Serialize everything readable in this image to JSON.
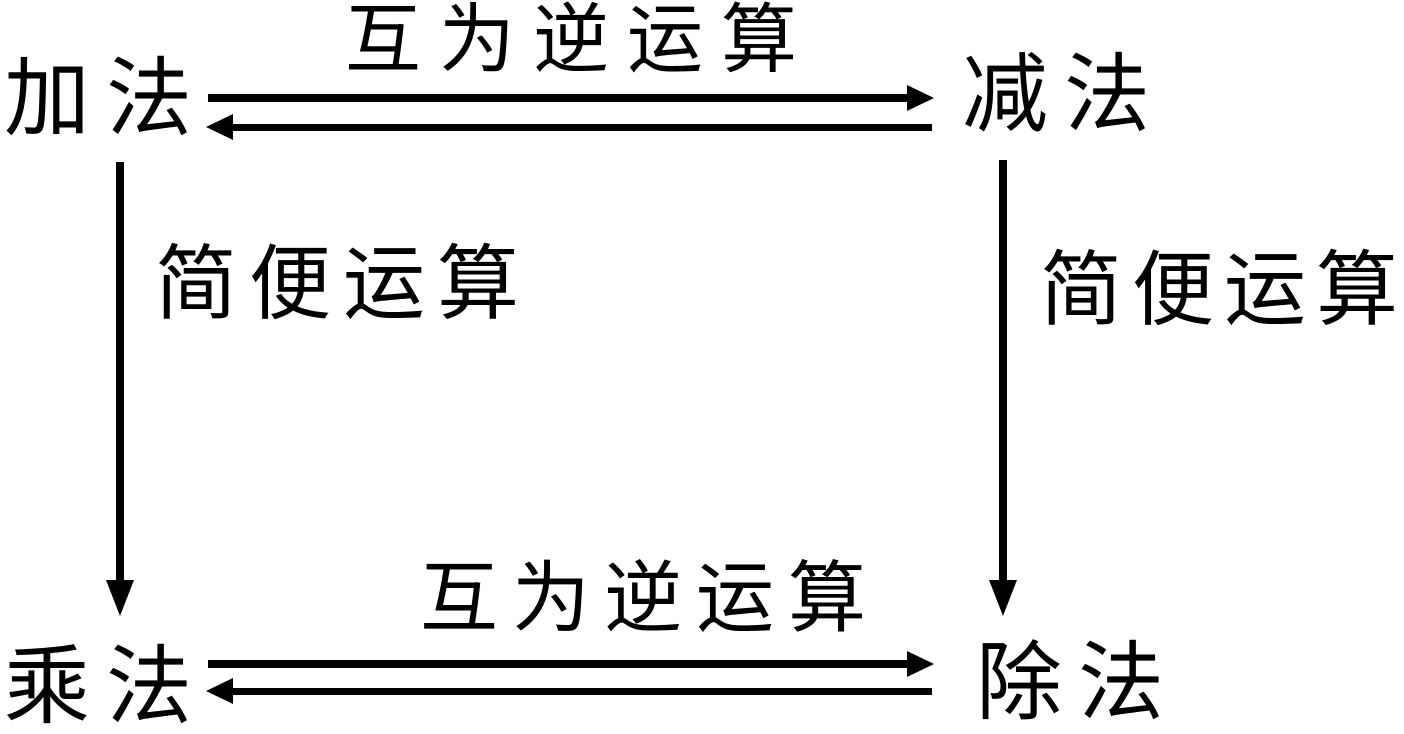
{
  "diagram": {
    "background": "#ffffff",
    "ink": "#000000",
    "nodes": {
      "addition": {
        "label": "加法"
      },
      "subtraction": {
        "label": "减法"
      },
      "multiplication": {
        "label": "乘法"
      },
      "division": {
        "label": "除法"
      }
    },
    "edges": {
      "top_inverse": {
        "label": "互为逆运算",
        "direction": "bidirectional"
      },
      "bottom_inverse": {
        "label": "互为逆运算",
        "direction": "bidirectional"
      },
      "left_shortcut": {
        "label": "简便运算",
        "direction": "down"
      },
      "right_shortcut": {
        "label": "简便运算",
        "direction": "down"
      }
    }
  }
}
